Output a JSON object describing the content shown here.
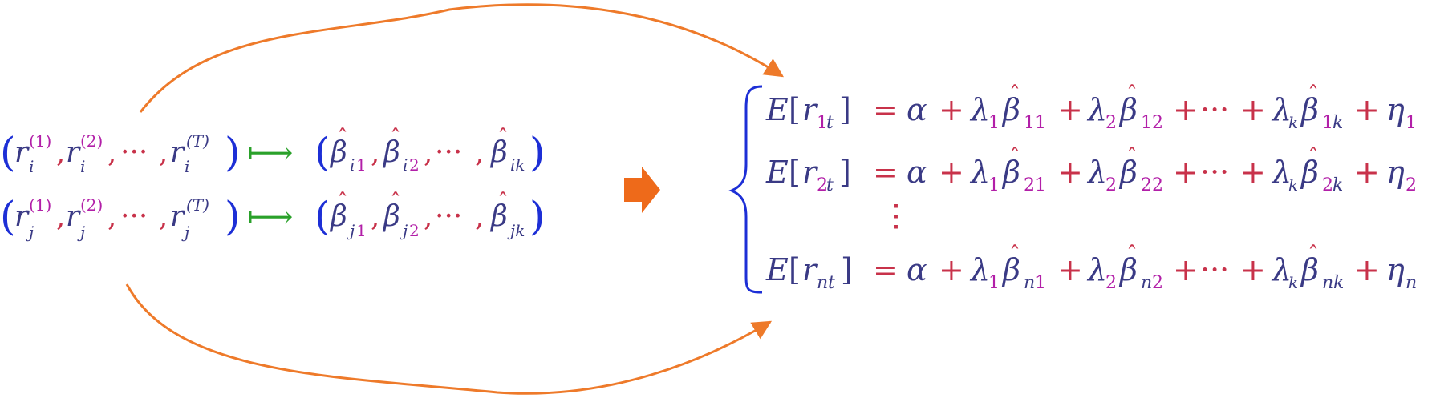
{
  "colors": {
    "navy": "#3a3a85",
    "blue": "#1d2fd6",
    "red": "#c8324a",
    "magenta": "#b21fa8",
    "green": "#2aa12a",
    "orange": "#ee7a2a",
    "arrow_fill": "#ee6a1a"
  },
  "left": {
    "row_i": {
      "r": "r",
      "sub": "i",
      "sup1": "(1)",
      "sup2": "(2)",
      "supT": "(T)",
      "comma": ",",
      "dots": "···",
      "maps": "⟼",
      "beta": "β",
      "hat": "ˆ",
      "b_sub1_index": "i",
      "b_sub1_num": "1",
      "b_sub2_index": "i",
      "b_sub2_num": "2",
      "b_subk": "ik"
    },
    "row_j": {
      "r": "r",
      "sub": "j",
      "sup1": "(1)",
      "sup2": "(2)",
      "supT": "(T)",
      "comma": ",",
      "dots": "···",
      "maps": "⟼",
      "beta": "β",
      "hat": "ˆ",
      "b_sub1_index": "j",
      "b_sub1_num": "1",
      "b_sub2_index": "j",
      "b_sub2_num": "2",
      "b_subk": "jk"
    },
    "paren_open": "(",
    "paren_close": ")"
  },
  "system": {
    "brace": "{",
    "rows": [
      {
        "E": "E",
        "r": "r",
        "rsub_color": "1",
        "rsub_t": "t",
        "eq": "=",
        "alpha": "α",
        "plus": "+",
        "lambda": "λ",
        "l1sub": "1",
        "b1sub": "11",
        "l2sub": "2",
        "b2sub": "12",
        "dots": "···",
        "lksub": "k",
        "bksub_a": "1",
        "bksub_b": "k",
        "eta": "η",
        "etasub": "1"
      },
      {
        "E": "E",
        "r": "r",
        "rsub_color": "2",
        "rsub_t": "t",
        "eq": "=",
        "alpha": "α",
        "plus": "+",
        "lambda": "λ",
        "l1sub": "1",
        "b1sub": "21",
        "l2sub": "2",
        "b2sub": "22",
        "dots": "···",
        "lksub": "k",
        "bksub_a": "2",
        "bksub_b": "k",
        "eta": "η",
        "etasub": "2"
      },
      {
        "E": "E",
        "r": "r",
        "rsub_color": "n",
        "rsub_t": "t",
        "eq": "=",
        "alpha": "α",
        "plus": "+",
        "lambda": "λ",
        "l1sub": "1",
        "b1sub_a": "n",
        "b1sub_b": "1",
        "l2sub": "2",
        "b2sub_a": "n",
        "b2sub_b": "2",
        "dots": "···",
        "lksub": "k",
        "bksub_a": "n",
        "bksub_b": "k",
        "eta": "η",
        "etasub": "n"
      }
    ],
    "vdots": "⋮"
  }
}
